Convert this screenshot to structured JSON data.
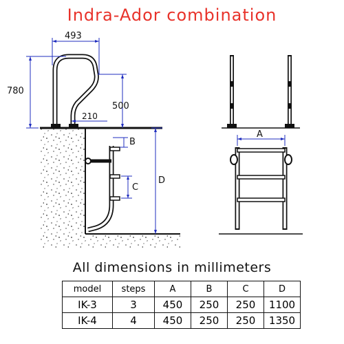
{
  "title": "Indra-Ador combination",
  "subtitle": "All dimensions in millimeters",
  "colors": {
    "title": "#e8322a",
    "drawing": "#111111",
    "dimension": "#1f2dbf"
  },
  "dimensions": {
    "width_493": "493",
    "height_780": "780",
    "height_500": "500",
    "offset_210": "210",
    "label_a": "A",
    "label_b": "B",
    "label_c": "C",
    "label_d": "D"
  },
  "table": {
    "headers": [
      "model",
      "steps",
      "A",
      "B",
      "C",
      "D"
    ],
    "rows": [
      [
        "IK-3",
        "3",
        "450",
        "250",
        "250",
        "1100"
      ],
      [
        "IK-4",
        "4",
        "450",
        "250",
        "250",
        "1350"
      ]
    ]
  }
}
